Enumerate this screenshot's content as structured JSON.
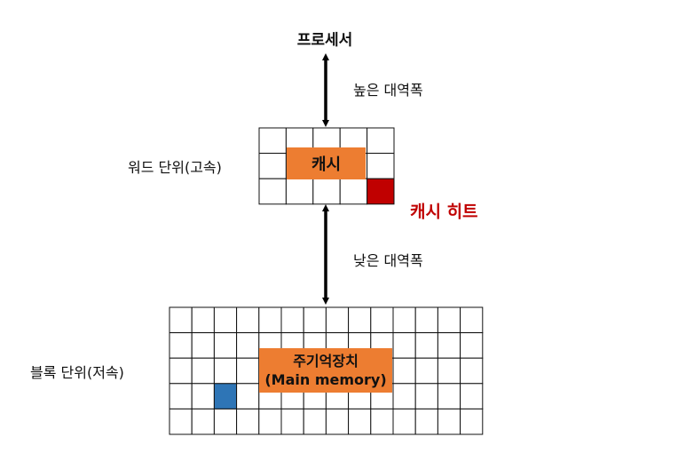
{
  "labels": {
    "processor": "프로세서",
    "high_bandwidth": "높은 대역폭",
    "low_bandwidth": "낮은 대역폭",
    "word_unit": "워드 단위(고속)",
    "block_unit": "블록 단위(저속)",
    "cache": "캐시",
    "cache_hit": "캐시 히트",
    "main_memory_line1": "주기억장치",
    "main_memory_line2": "(Main memory)"
  },
  "colors": {
    "cache_box": "#ED7D31",
    "memory_box": "#ED7D31",
    "cache_hit_cell": "#C00000",
    "cache_hit_text": "#C00000",
    "memory_cell_highlight": "#2E75B6",
    "grid_line": "#111111",
    "arrow": "#000000"
  },
  "cache_grid": {
    "rows": 3,
    "cols": 5,
    "highlight": {
      "row": 2,
      "col": 4
    }
  },
  "memory_grid": {
    "rows": 5,
    "cols": 14,
    "highlight": {
      "row": 3,
      "col": 2
    }
  }
}
